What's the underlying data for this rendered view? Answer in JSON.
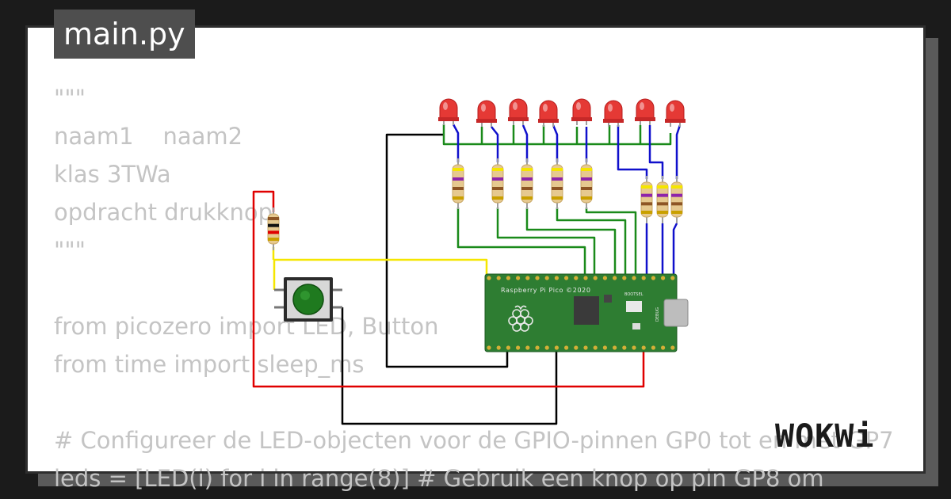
{
  "tab": {
    "title": "main.py"
  },
  "code_lines": [
    "\"\"\"",
    "naam1    naam2",
    "klas 3TWa",
    "opdracht drukknop",
    "\"\"\"",
    "",
    "from picozero import LED, Button",
    "from time import sleep_ms",
    "",
    "# Configureer de LED-objecten voor de GPIO-pinnen GP0 tot en met GP7",
    "leds = [LED(i) for i in range(8)] # Gebruik een knop op pin GP8 om"
  ],
  "board": {
    "label": "Raspberry Pi Pico ©2020",
    "bootsel_label": "BOOTSEL",
    "debug_label": "DEBUG"
  },
  "logo": {
    "text": "WOKWi"
  },
  "colors": {
    "background": "#1b1b1b",
    "card": "#ffffff",
    "code_text": "#c4c4c4",
    "tab": "#4e4e4e",
    "board": "#2e7d32",
    "led": "#e53935",
    "wire_green": "#1a8a1a",
    "wire_blue": "#1010cc",
    "wire_red": "#e00000",
    "wire_yellow": "#f5e600",
    "wire_black": "#000000"
  }
}
